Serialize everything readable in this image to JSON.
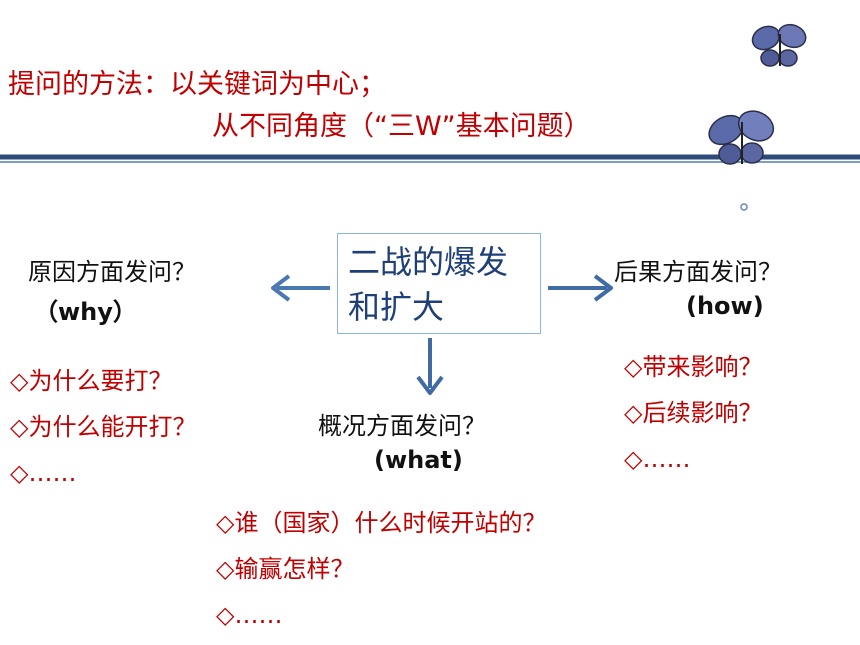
{
  "title": {
    "line1": "提问的方法：以关键词为中心；",
    "line2": "从不同角度（“三W”基本问题）"
  },
  "center": {
    "text": "二战的爆发和扩大"
  },
  "branches": {
    "why": {
      "label": "原因方面发问？",
      "sub": "（why）",
      "items": [
        "◇为什么要打？",
        "◇为什么能开打？",
        "◇……"
      ]
    },
    "how": {
      "label": "后果方面发问？",
      "sub": "(how)",
      "items": [
        "◇带来影响？",
        "◇后续影响？",
        "◇……"
      ]
    },
    "what": {
      "label": "概况方面发问？",
      "sub": "(what)",
      "items": [
        "◇谁（国家）什么时候开站的？",
        "◇输赢怎样？",
        "◇……"
      ]
    }
  },
  "colors": {
    "question_text": "#c00000",
    "center_text": "#1f3f79",
    "arrows": "#4a78b0",
    "divider": "#2d4a78"
  }
}
